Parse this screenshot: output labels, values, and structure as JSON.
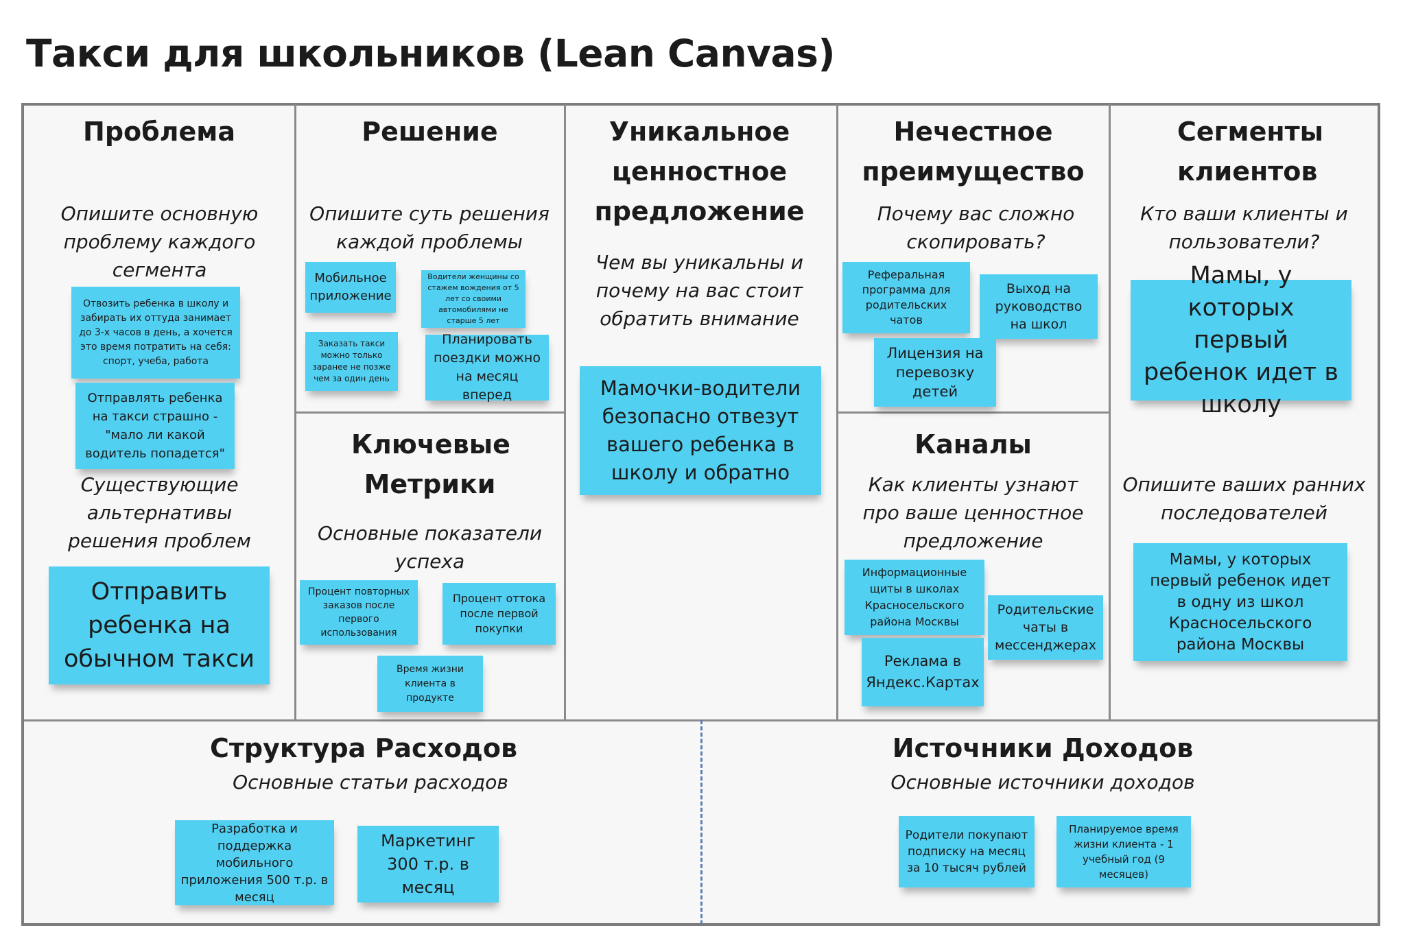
{
  "title": "Такси для школьников (Lean Canvas)",
  "sections": {
    "problem": {
      "heading": "Проблема",
      "hint": "Опишите основную проблему каждого сегмента",
      "alt_hint": "Существующие альтернативы решения проблем",
      "stickies": [
        "Отвозить ребенка в школу и забирать их оттуда занимает до 3-х часов в день, а хочется это время потратить на себя: спорт, учеба, работа",
        "Отправлять ребенка на такси страшно - \"мало ли какой водитель попадется\""
      ],
      "alt_stickies": [
        "Отправить ребенка на обычном такси"
      ]
    },
    "solution": {
      "heading": "Решение",
      "hint": "Опишите суть решения каждой проблемы",
      "stickies": [
        "Мобильное приложение",
        "Водители женщины со стажем вождения от 5 лет со своими автомобилями не старше 5 лет",
        "Заказать такси можно только заранее не позже чем за один день",
        "Планировать поездки можно на месяц вперед"
      ]
    },
    "metrics": {
      "heading": "Ключевые Метрики",
      "hint": "Основные показатели успеха",
      "stickies": [
        "Процент повторных заказов после первого использования",
        "Процент оттока после первой покупки",
        "Время жизни клиента в продукте"
      ]
    },
    "uvp": {
      "heading": "Уникальное ценностное предложение",
      "hint": "Чем вы уникальны и почему на вас стоит обратить внимание",
      "stickies": [
        "Мамочки-водители безопасно отвезут вашего ребенка в школу и обратно"
      ]
    },
    "advantage": {
      "heading": "Нечестное преимущество",
      "hint": "Почему вас сложно скопировать?",
      "stickies": [
        "Реферальная программа для родительских чатов",
        "Выход на руководство на школ",
        "Лицензия на перевозку детей"
      ]
    },
    "channels": {
      "heading": "Каналы",
      "hint": "Как клиенты узнают про ваше ценностное предложение",
      "stickies": [
        "Информационные щиты в школах Красносельского района Москвы",
        "Родительские чаты в мессенджерах",
        "Реклама в Яндекс.Картах"
      ]
    },
    "segments": {
      "heading": "Сегменты клиентов",
      "hint": "Кто ваши клиенты и пользователи?",
      "early_hint": "Опишите ваших ранних последователей",
      "stickies": [
        "Мамы, у которых первый ребенок идет в школу"
      ],
      "early_stickies": [
        "Мамы, у которых первый ребенок идет в одну из школ Красносельского района Москвы"
      ]
    },
    "costs": {
      "heading": "Структура Расходов",
      "hint": "Основные статьи расходов",
      "stickies": [
        "Разработка и поддержка мобильного приложения 500 т.р. в месяц",
        "Маркетинг 300 т.р. в месяц"
      ]
    },
    "revenue": {
      "heading": "Источники Доходов",
      "hint": "Основные источники доходов",
      "stickies": [
        "Родители покупают подписку на месяц за 10 тысяч рублей",
        "Планируемое время жизни клиента - 1 учебный год (9 месяцев)"
      ]
    }
  },
  "colors": {
    "sticky": "#52d0f2",
    "board": "#f7f7f7",
    "grid": "#8a8a8a",
    "divider": "#5b7fb2"
  }
}
